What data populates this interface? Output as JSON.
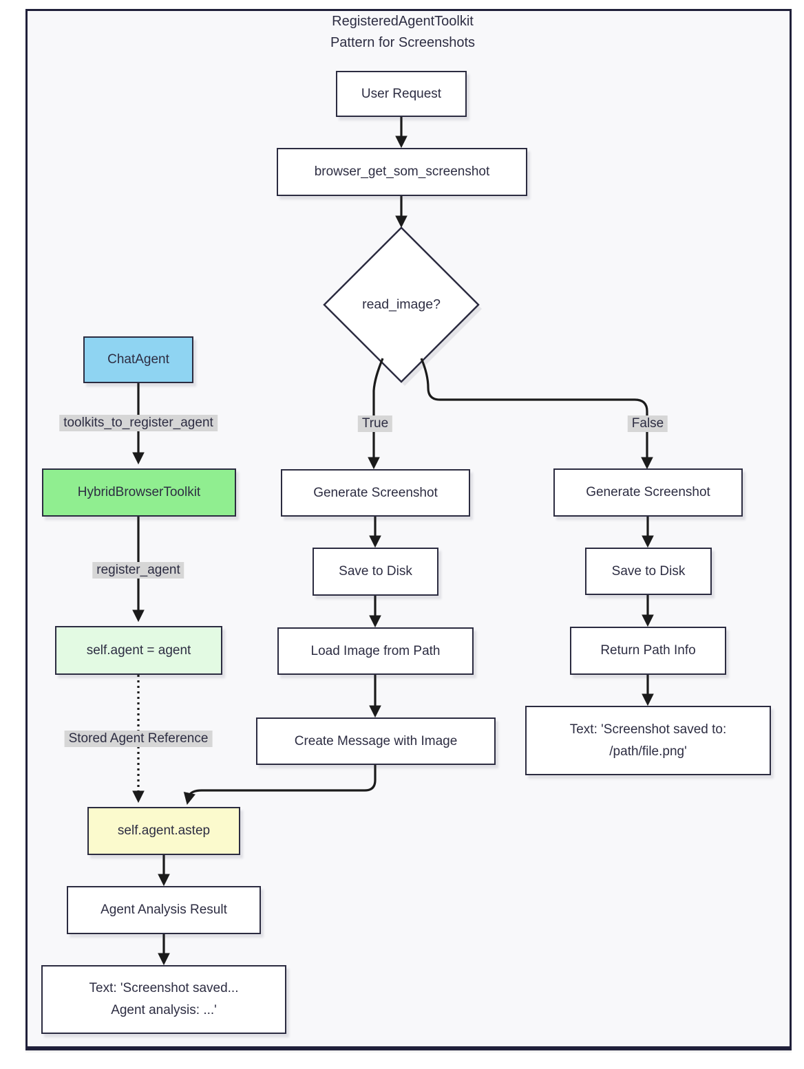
{
  "title": {
    "line1": "RegisteredAgentToolkit",
    "line2": "Pattern for Screenshots"
  },
  "nodes": {
    "user_request": "User Request",
    "browser_get_som_screenshot": "browser_get_som_screenshot",
    "read_image": "read_image?",
    "chat_agent": "ChatAgent",
    "hybrid_browser_toolkit": "HybridBrowserToolkit",
    "self_agent_assign": "self.agent = agent",
    "self_agent_astep": "self.agent.astep",
    "agent_analysis_result": "Agent Analysis Result",
    "final_text_line1": "Text: 'Screenshot saved...",
    "final_text_line2": "Agent analysis: ...'",
    "generate_screenshot_true": "Generate Screenshot",
    "save_to_disk_true": "Save to Disk",
    "load_image_from_path": "Load Image from Path",
    "create_message_with_image": "Create Message with Image",
    "generate_screenshot_false": "Generate Screenshot",
    "save_to_disk_false": "Save to Disk",
    "return_path_info": "Return Path Info",
    "path_text_line1": "Text: 'Screenshot saved to:",
    "path_text_line2": "/path/file.png'"
  },
  "edge_labels": {
    "toolkits_to_register_agent": "toolkits_to_register_agent",
    "register_agent": "register_agent",
    "stored_agent_reference": "Stored Agent Reference",
    "true_branch": "True",
    "false_branch": "False"
  },
  "colors": {
    "frame_bg": "#f8f8fa",
    "node_fill": "#ffffff",
    "node_border": "#2b2b40",
    "edge": "#1b1b1b",
    "label_bg": "#d6d6d6",
    "text": "#2d2d42",
    "chat_agent_fill": "#8fd4f2",
    "toolkit_fill": "#90ee90",
    "assign_fill": "#e3fae3",
    "astep_fill": "#fbfacd"
  }
}
